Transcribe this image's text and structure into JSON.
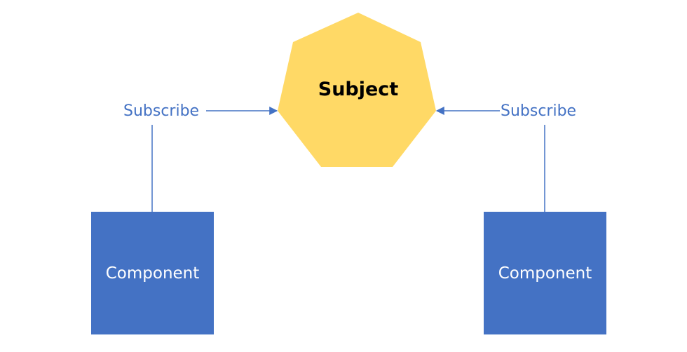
{
  "subject": {
    "label": "Subject",
    "fill": "#FFD966"
  },
  "left": {
    "subscribe_label": "Subscribe",
    "component_label": "Component"
  },
  "right": {
    "subscribe_label": "Subscribe",
    "component_label": "Component"
  },
  "colors": {
    "component_fill": "#4472C4",
    "connector": "#4472C4",
    "subscribe_text": "#4472C4",
    "subject_text": "#000000"
  }
}
